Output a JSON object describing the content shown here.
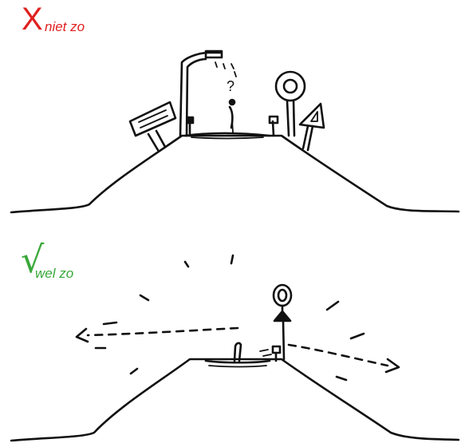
{
  "panels": {
    "wrong": {
      "mark": "X",
      "label": "niet zo",
      "color": "#e02020"
    },
    "right": {
      "mark": "√",
      "label": "wel zo",
      "color": "#3aa83a"
    }
  },
  "sketch": {
    "question_mark": "?"
  }
}
